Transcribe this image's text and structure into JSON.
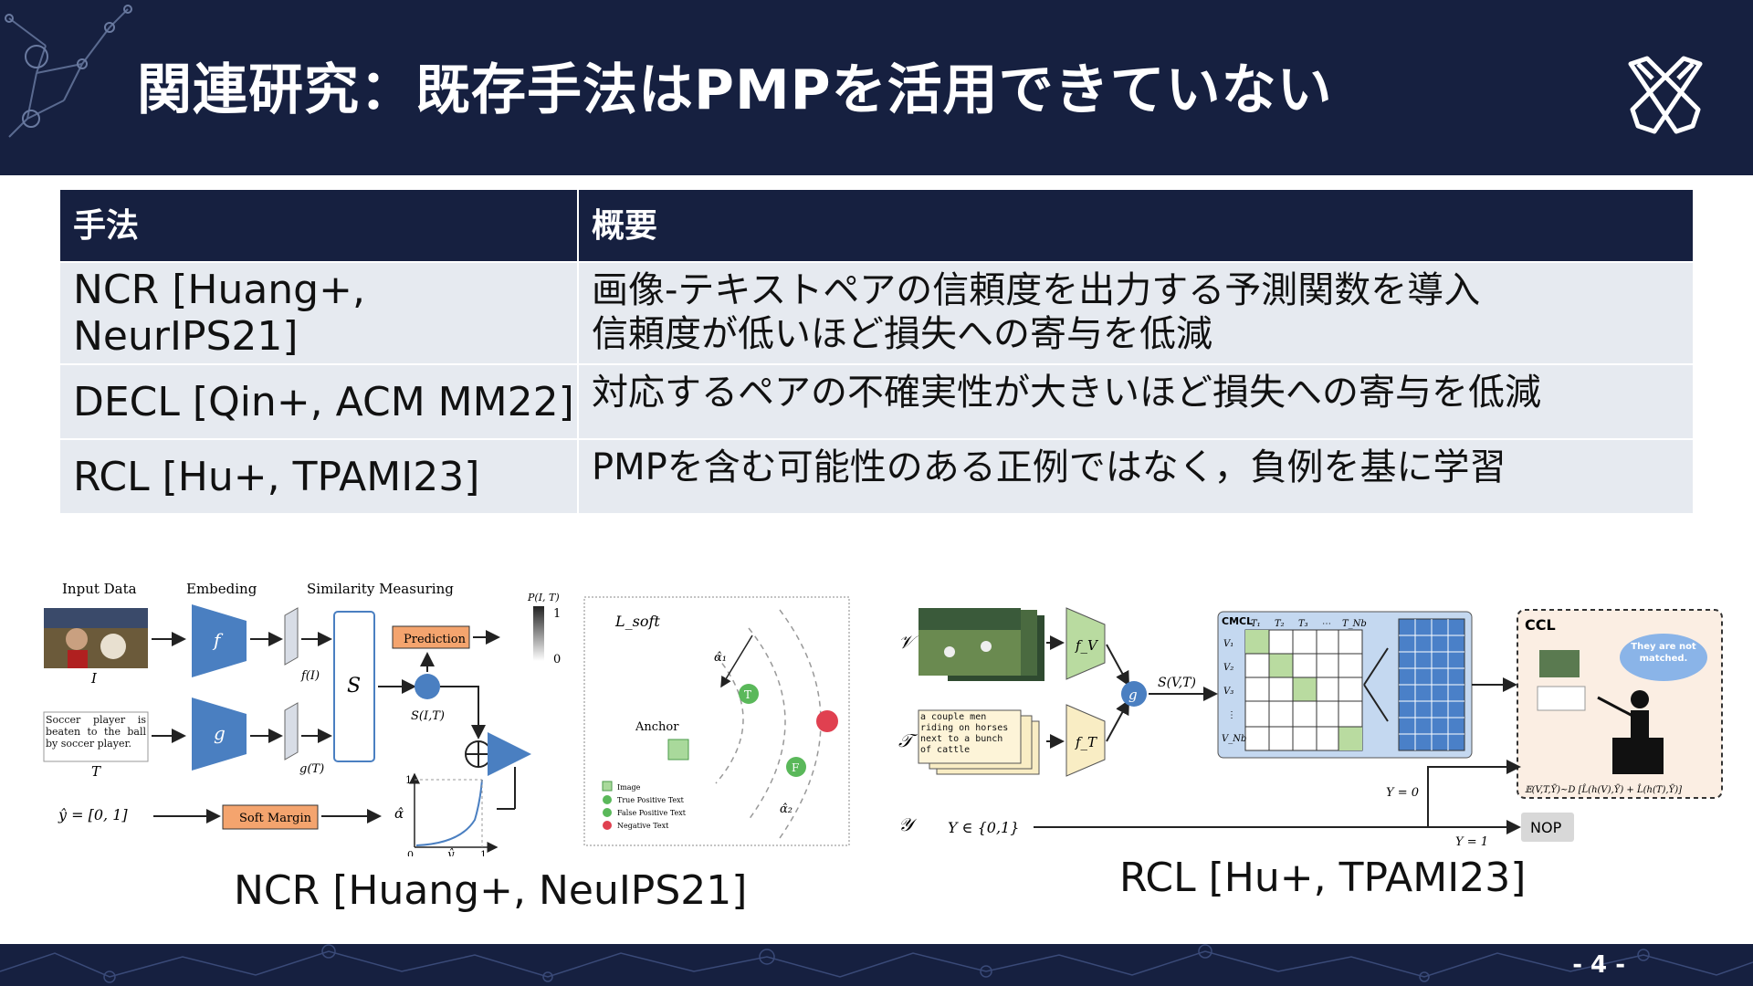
{
  "slide": {
    "title": "関連研究：既存手法はPMPを活用できていない",
    "page_number": "- 4 -"
  },
  "table": {
    "headers": [
      "手法",
      "概要"
    ],
    "rows": [
      {
        "method": "NCR [Huang+, NeurIPS21]",
        "summary": [
          "画像-テキストペアの信頼度を出力する予測関数を導入",
          "信頼度が低いほど損失への寄与を低減"
        ]
      },
      {
        "method": "DECL [Qin+, ACM MM22]",
        "summary": [
          "対応するペアの不確実性が大きいほど損失への寄与を低減"
        ]
      },
      {
        "method": "RCL [Hu+, TPAMI23]",
        "summary": [
          "PMPを含む可能性のある正例ではなく，負例を基に学習"
        ]
      }
    ]
  },
  "ncr_figure": {
    "caption": "NCR [Huang+, NeuIPS21]",
    "labels": {
      "input_data": "Input Data",
      "embeding": "Embeding",
      "similarity": "Similarity Measuring",
      "prediction": "Prediction",
      "soft_margin": "Soft Margin",
      "text_sample": "Soccer player is beaten to the ball by soccer player.",
      "I": "I",
      "T": "T",
      "f": "f",
      "g": "g",
      "fI": "f(I)",
      "gT": "g(T)",
      "S": "S",
      "SIT": "S(I,T)",
      "PIT": "P(I, T)",
      "p1": "1",
      "p0": "0",
      "yhat": "ŷ = [0, 1]",
      "alpha": "α̂",
      "x0": "0",
      "x1": "1",
      "y1": "1",
      "xlabel": "ŷ",
      "lsoft": "L_soft",
      "anchor": "Anchor",
      "a1": "α̂₁",
      "a2": "α̂₂",
      "Tmark": "T",
      "Fmark": "F",
      "legend": [
        "Image",
        "True Positive Text",
        "False Positive Text",
        "Negative Text"
      ]
    }
  },
  "rcl_figure": {
    "caption": "RCL [Hu+, TPAMI23]",
    "labels": {
      "V": "𝒱",
      "T": "𝒯",
      "Y": "𝒴",
      "fv": "f_V",
      "ft": "f_T",
      "g": "g",
      "svt": "S(V,T)",
      "cmcl": "CMCL",
      "ccl": "CCL",
      "text_sample": "a couple men riding on horses next to a bunch of cattle",
      "bubble": "They are not matched.",
      "y_in": "Y ∈ {0,1}",
      "y0": "Y = 0",
      "y1": "Y = 1",
      "nop": "NOP",
      "loss": "𝔼(V,T,Ȳ)~D [L̂(h(V),Ȳ) + L̂(h(T),Ȳ)]",
      "matrix_cols": [
        "T₁",
        "T₂",
        "T₃",
        "⋯",
        "T_Nb"
      ],
      "matrix_rows": [
        "V₁",
        "V₂",
        "V₃",
        "⋮",
        "V_Nb"
      ]
    }
  },
  "colors": {
    "navy": "#162040",
    "row_bg": "#e6eaf0",
    "encoder_blue": "#4a7fc1",
    "soft_margin_orange": "#f4a46e",
    "green_encoder": "#b9dba0",
    "cream_encoder": "#f9edc4",
    "matrix_blue": "#c4d8f0",
    "ccl_bg": "#fbeee3"
  }
}
